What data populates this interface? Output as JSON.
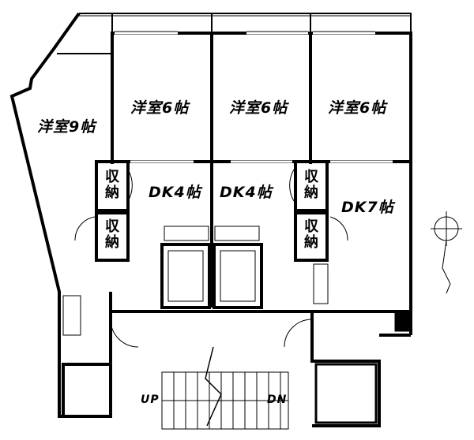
{
  "rooms": {
    "western_9": "洋室9帖",
    "western_6a": "洋室6帖",
    "western_6b": "洋室6帖",
    "western_6c": "洋室6帖",
    "dk_4a": "DK4帖",
    "dk_4b": "DK4帖",
    "dk_7": "DK7帖"
  },
  "storage": [
    "収納",
    "収納",
    "収納",
    "収納"
  ],
  "stairs": {
    "up": "UP",
    "down": "DN"
  },
  "compass": {
    "icon": "north-compass-icon"
  },
  "colors": {
    "wall": "#000000",
    "background": "#ffffff"
  }
}
